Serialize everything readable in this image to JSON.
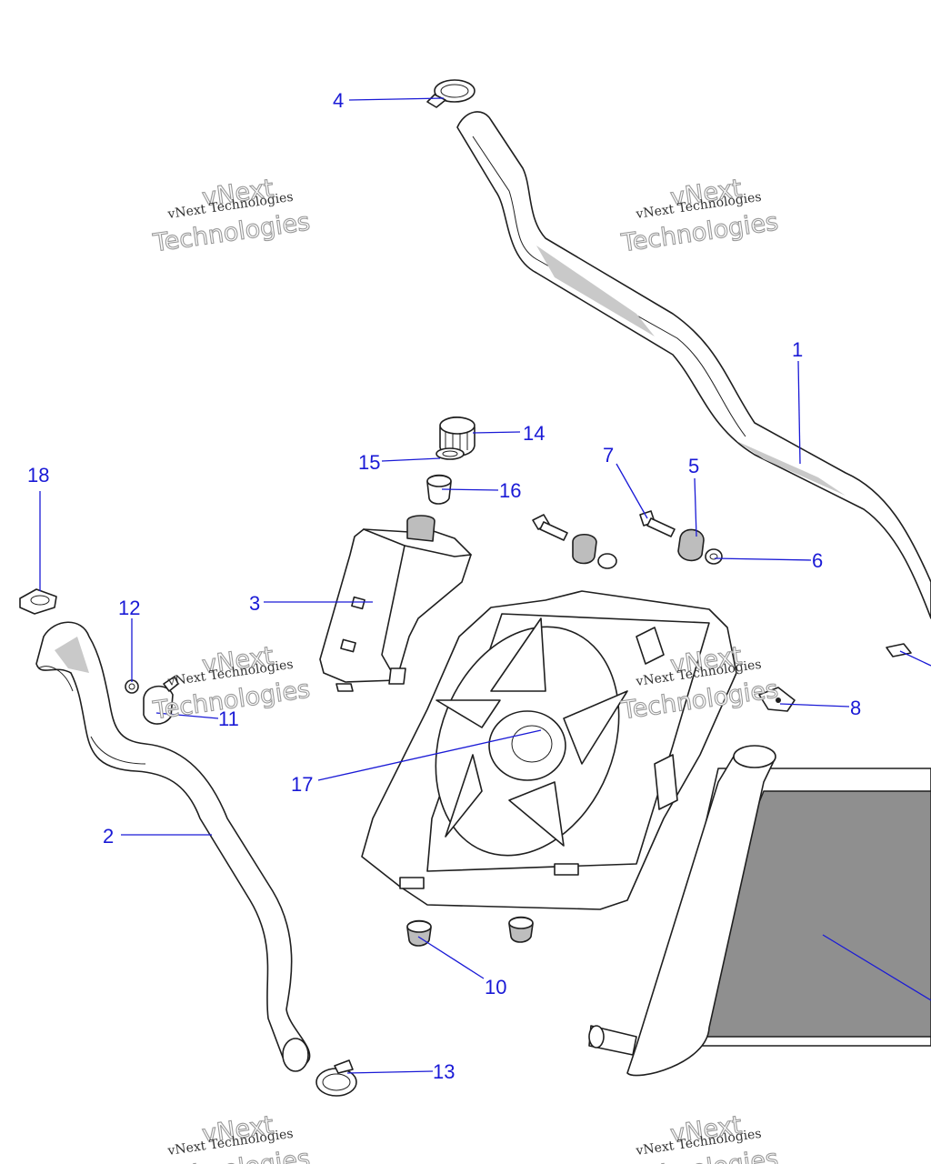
{
  "watermarks": [
    {
      "line1": "vNext Technologies",
      "line2": "vNext",
      "line3": "Technologies"
    },
    {
      "line1": "vNext Technologies",
      "line2": "vNext",
      "line3": "Technologies"
    },
    {
      "line1": "vNext Technologies",
      "line2": "vNext",
      "line3": "Technologies"
    },
    {
      "line1": "vNext Technologies",
      "line2": "vNext",
      "line3": "Technologies"
    },
    {
      "line1": "vNext Technologies",
      "line2": "vNext",
      "line3": "Technologies"
    },
    {
      "line1": "vNext Technologies",
      "line2": "vNext",
      "line3": "Technologies"
    }
  ],
  "callouts": [
    "1",
    "2",
    "3",
    "4",
    "5",
    "6",
    "7",
    "8",
    "10",
    "11",
    "12",
    "13",
    "14",
    "15",
    "16",
    "17",
    "18"
  ],
  "colors": {
    "callout": "#1a1ad6",
    "line": "#1f1f1f",
    "shade": "#bdbdbd",
    "core": "#8f8f8f"
  }
}
